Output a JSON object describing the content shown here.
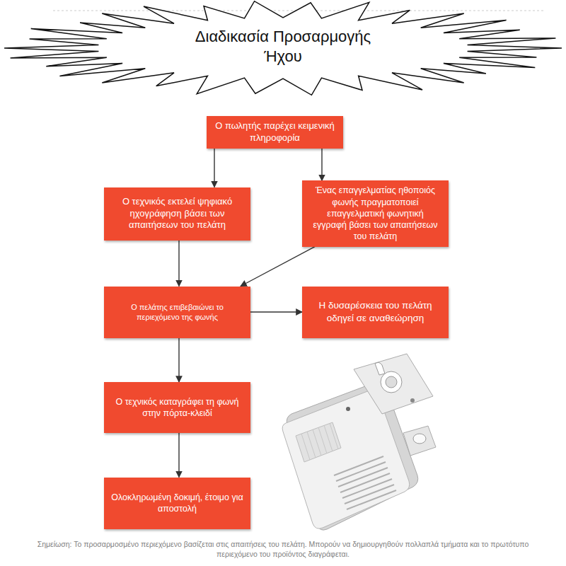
{
  "diagram": {
    "title": "Διαδικασία Προσαρμογής Ήχου",
    "nodes": [
      {
        "text": [
          "Ο πωλητής παρέχει κειμενική πληροφορία"
        ]
      },
      {
        "text": [
          "Ο τεχνικός εκτελεί ψηφιακό ηχογράφηση βάσει των απαιτήσεων του πελάτη"
        ]
      },
      {
        "text": [
          "Ένας επαγγελματίας ηθοποιός φωνής πραγματοποιεί επαγγελματική φωνητική εγγραφή βάσει των απαιτήσεων του πελάτη"
        ]
      },
      {
        "text": [
          "Ο πελάτης επιβεβαιώνει το περιεχόμενο της φωνής"
        ]
      },
      {
        "text": [
          "Η δυσαρέσκεια του πελάτη οδηγεί σε αναθεώρηση"
        ]
      },
      {
        "text": [
          "Ο τεχνικός καταγράφει τη φωνή στην πόρτα-κλειδί"
        ]
      },
      {
        "text": [
          "Ολοκληρωμένη δοκιμή, έτοιμο για αποστολή"
        ]
      }
    ],
    "edges": [
      {
        "from": 0,
        "to": 1,
        "arrow": "to"
      },
      {
        "from": 0,
        "to": 2,
        "arrow": "to"
      },
      {
        "from": 1,
        "to": 3,
        "arrow": "to"
      },
      {
        "from": 2,
        "to": 3,
        "arrow": "to"
      },
      {
        "from": 3,
        "to": 4,
        "arrow": "to"
      },
      {
        "from": 3,
        "to": 5,
        "arrow": "to"
      },
      {
        "from": 5,
        "to": 6,
        "arrow": "to"
      }
    ],
    "labels": [
      "Σημείωση: Το προσαρμοσμένο περιεχόμενο βασίζεται στις απαιτήσεις του πελάτη. Μπορούν να δημιουργηθούν πολλαπλά τμήματα και το πρωτότυπο περιεχόμενο του προϊόντος διαγράφεται."
    ]
  }
}
